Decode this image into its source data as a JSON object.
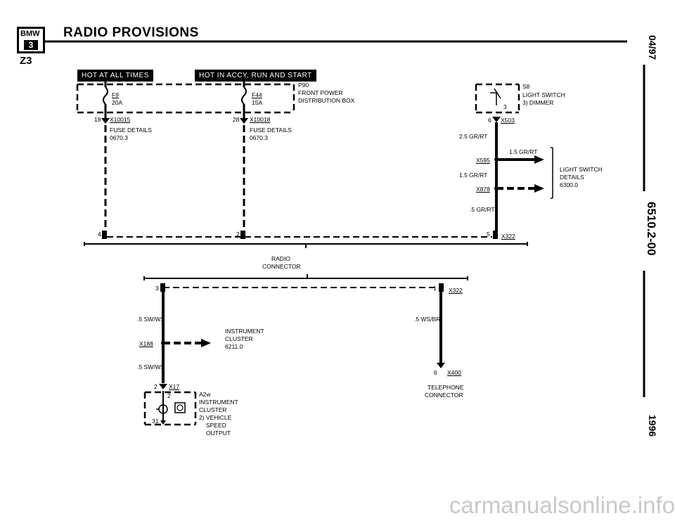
{
  "header": {
    "title": "RADIO PROVISIONS",
    "model": "Z3",
    "logo_top": "BMW",
    "logo_bottom": "3"
  },
  "side": {
    "date": "04/97",
    "doc": "6510.2-00",
    "year": "1996"
  },
  "banners": {
    "hot_all": "HOT AT ALL TIMES",
    "hot_accy": "HOT IN ACCY, RUN AND START"
  },
  "fuses": {
    "f9": "F9",
    "f9_amp": "20A",
    "f44": "F44",
    "f44_amp": "15A",
    "p90": "P90",
    "p90_desc1": "FRONT POWER",
    "p90_desc2": "DISTRIBUTION BOX"
  },
  "upper": {
    "pin18": "18",
    "x10015": "X10015",
    "fuse_details": "FUSE DETAILS",
    "fuse_ref": "0670.3",
    "pin28": "28",
    "x10018": "X10018",
    "pin4": "4",
    "pin2": "2",
    "pin5": "5",
    "x322_a": "X322",
    "radio_connector_1": "RADIO",
    "radio_connector_2": "CONNECTOR"
  },
  "light_switch": {
    "s8": "S8",
    "desc1": "LIGHT SWITCH",
    "desc2": "3)  DIMMER",
    "pin3": "3",
    "pin6": "6",
    "x503": "X503",
    "w25": "2.5 GR/RT",
    "w15a": "1.5 GR/RT",
    "x595": "X595",
    "w15b": "1.5 GR/RT",
    "x878": "X878",
    "w05": ".5 GR/RT",
    "details1": "LIGHT SWITCH",
    "details2": "DETAILS",
    "details_ref": "6300.0"
  },
  "lower": {
    "pin3": "3",
    "pin1": "1",
    "x322_b": "X322",
    "w_sw1": ".5 SW/WS",
    "w_wsbr": ".5 WS/BR",
    "ic1": "INSTRUMENT",
    "ic2": "CLUSTER",
    "ic_ref": "6211.0",
    "x188": "X188",
    "w_sw2": ".5 SW/WS",
    "pin2": "2",
    "x17": "X17",
    "a2w_pin2": "2",
    "pin31": "31",
    "a2w": "A2w",
    "a2w_d1": "INSTRUMENT",
    "a2w_d2": "CLUSTER",
    "a2w_d3": "2)  VEHICLE",
    "a2w_d4": "SPEED",
    "a2w_d5": "OUTPUT",
    "pin6": "6",
    "x400": "X400",
    "tel1": "TELEPHONE",
    "tel2": "CONNECTOR"
  },
  "footer": {
    "watermark": "carmanualsonline.info"
  }
}
